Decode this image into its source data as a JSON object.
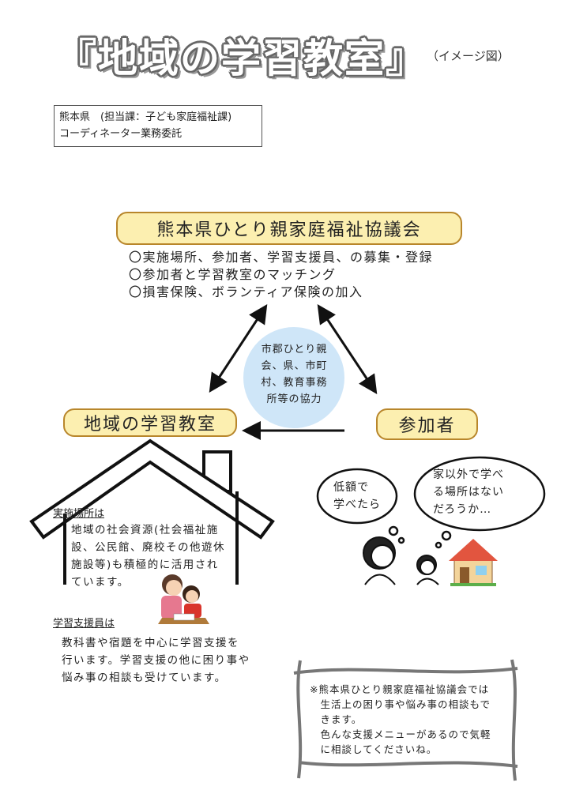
{
  "header": {
    "title": "『地域の学習教室』",
    "subtitle": "（イメージ図）"
  },
  "info_box": {
    "line1": "熊本県　(担当課：子ども家庭福祉課)",
    "line2": "コーディネーター業務委託"
  },
  "organization": {
    "name": "熊本県ひとり親家庭福祉協議会",
    "roles": [
      "〇実施場所、参加者、学習支援員、の募集・登録",
      "〇参加者と学習教室のマッチング",
      "〇損害保険、ボランティア保険の加入"
    ]
  },
  "cooperation": {
    "lines": [
      "市郡ひとり親",
      "会、県、市町",
      "村、教育事務",
      "所等の協力"
    ]
  },
  "venue": {
    "label": "地域の学習教室",
    "heading": "実施場所は",
    "lines": [
      "地域の社会資源(社会福祉施",
      "設、公民館、廃校その他遊休",
      "施設等)も積極的に活用され",
      "ています。"
    ]
  },
  "supporters": {
    "heading": "学習支援員は",
    "lines": [
      "教科書や宿題を中心に学習支援を",
      "行います。学習支援の他に困り事や",
      "悩み事の相談も受けています。"
    ]
  },
  "participants": {
    "label": "参加者",
    "bubble1": [
      "低額で",
      "学べたら"
    ],
    "bubble2": [
      "家以外で学べ",
      "る場所はない",
      "だろうか…"
    ]
  },
  "note": {
    "lines": [
      "※熊本県ひとり親家庭福祉協議会では",
      "　生活上の困り事や悩み事の相談もで",
      "　きます。",
      "　色んな支援メニューがあるので気軽",
      "　に相談してくださいね。"
    ]
  },
  "colors": {
    "pill_fill": "#fcefb0",
    "pill_border": "#b8862b",
    "circle": "#cfe6f8"
  }
}
